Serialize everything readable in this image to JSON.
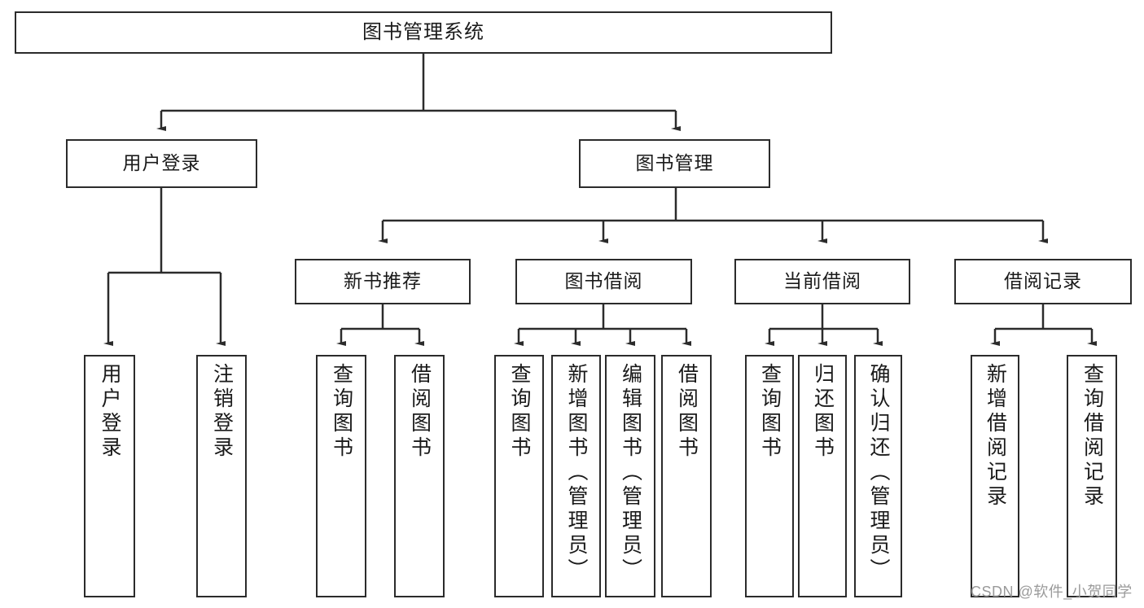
{
  "diagram": {
    "title": "图书管理系统",
    "type": "tree",
    "root": {
      "label": "图书管理系统"
    },
    "level2": [
      {
        "label": "用户登录"
      },
      {
        "label": "图书管理"
      }
    ],
    "level3": [
      {
        "label": "新书推荐"
      },
      {
        "label": "图书借阅"
      },
      {
        "label": "当前借阅"
      },
      {
        "label": "借阅记录"
      }
    ],
    "leaves": {
      "user_login": [
        {
          "label": "用户登录"
        },
        {
          "label": "注销登录"
        }
      ],
      "new_book_recommend": [
        {
          "label": "查询图书"
        },
        {
          "label": "借阅图书"
        }
      ],
      "book_borrow": [
        {
          "label": "查询图书"
        },
        {
          "label": "新增图书（管理员）"
        },
        {
          "label": "编辑图书（管理员）"
        },
        {
          "label": "借阅图书"
        }
      ],
      "current_borrow": [
        {
          "label": "查询图书"
        },
        {
          "label": "归还图书"
        },
        {
          "label": "确认归还（管理员）"
        }
      ],
      "borrow_record": [
        {
          "label": "新增借阅记录"
        },
        {
          "label": "查询借阅记录"
        }
      ]
    }
  },
  "watermark": {
    "text": "CSDN @软件_小贺同学"
  },
  "colors": {
    "box_border": "#2b2b2b",
    "box_fill": "#ffffff",
    "line": "#2b2b2b",
    "text": "#1a1a1a",
    "watermark": "#9a9a9a"
  }
}
